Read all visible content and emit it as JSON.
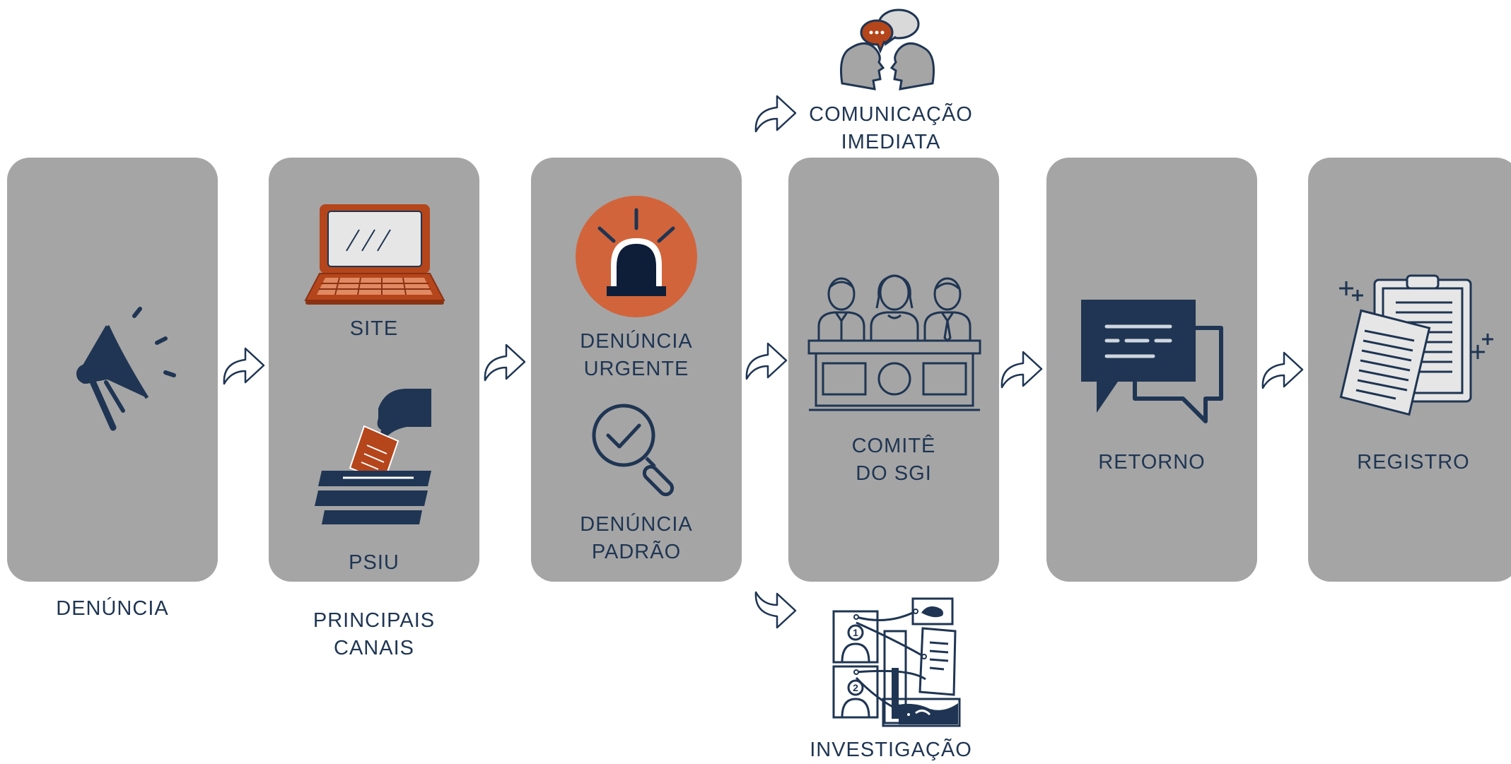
{
  "colors": {
    "panel": "#a5a5a5",
    "navy": "#1f3553",
    "orange": "#d2643b",
    "rust": "#b5451b",
    "light": "#e6e6e6"
  },
  "steps": {
    "denuncia": {
      "label": "DENÚNCIA",
      "icon": "megaphone-icon"
    },
    "canais": {
      "label_line1": "PRINCIPAIS",
      "label_line2": "CANAIS",
      "site": {
        "label": "SITE",
        "icon": "laptop-icon"
      },
      "psiu": {
        "label": "PSIU",
        "icon": "ballot-box-icon"
      }
    },
    "urgente": {
      "label_line1": "DENÚNCIA",
      "label_line2": "URGENTE",
      "icon": "siren-icon"
    },
    "padrao": {
      "label_line1": "DENÚNCIA",
      "label_line2": "PADRÃO",
      "icon": "magnifier-check-icon"
    },
    "comite": {
      "label_line1": "COMITÊ",
      "label_line2": "DO SGI",
      "icon": "committee-icon"
    },
    "retorno": {
      "label": "RETORNO",
      "icon": "chat-bubbles-icon"
    },
    "registro": {
      "label": "REGISTRO",
      "icon": "clipboard-documents-icon"
    }
  },
  "branches": {
    "comunicacao": {
      "label_line1": "COMUNICAÇÃO",
      "label_line2": "IMEDIATA",
      "icon": "talking-heads-icon"
    },
    "investigacao": {
      "label": "INVESTIGAÇÃO",
      "icon": "investigation-board-icon"
    }
  }
}
